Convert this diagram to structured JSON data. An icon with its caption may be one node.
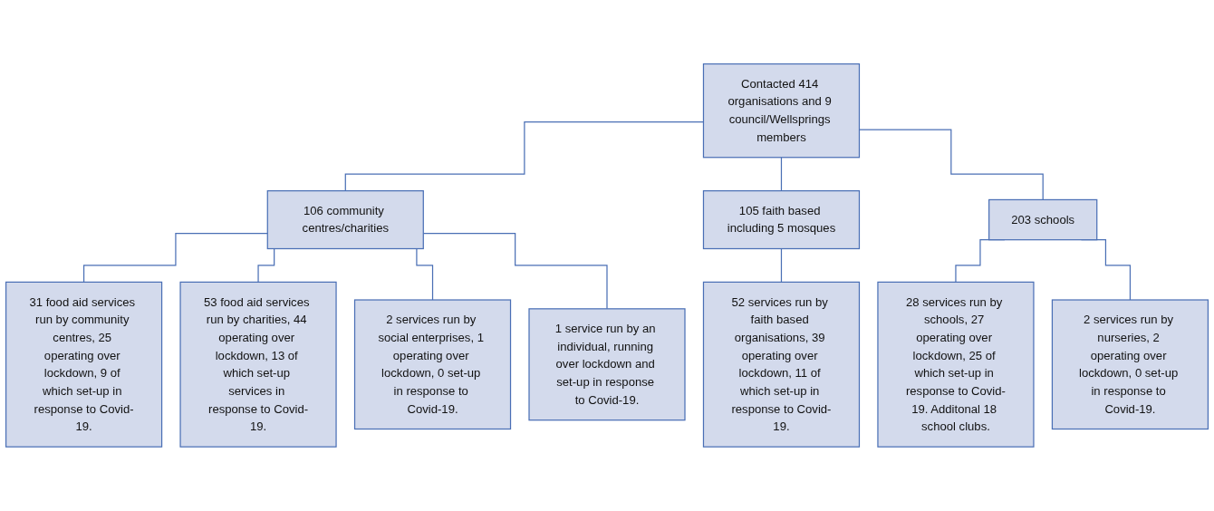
{
  "diagram": {
    "nodes": [
      {
        "text": [
          "Contacted 414 organisations and 9 council/Wellsprings members"
        ]
      },
      {
        "text": [
          "106 community centres/charities"
        ]
      },
      {
        "text": [
          "105 faith based including 5 mosques"
        ]
      },
      {
        "text": [
          "203 schools"
        ]
      },
      {
        "text": [
          "31 food aid services run by community centres, 25 operating over lockdown, 9 of which set-up in response to Covid-19."
        ]
      },
      {
        "text": [
          "53 food aid services run by charities, 44 operating over lockdown, 13 of which set-up services in response to Covid-19."
        ]
      },
      {
        "text": [
          "2 services run by social enterprises, 1 operating over lockdown, 0 set-up in response to Covid-19."
        ]
      },
      {
        "text": [
          "1 service run by an individual, running over lockdown and set-up in response to Covid-19."
        ]
      },
      {
        "text": [
          "52 services run by faith based organisations, 39 operating over lockdown, 11 of which set-up in response to Covid-19."
        ]
      },
      {
        "text": [
          "28 services run by schools, 27 operating over lockdown, 25 of which set-up in response to Covid-19. Additonal 18 school clubs."
        ]
      },
      {
        "text": [
          "2 services run by nurseries, 2 operating over lockdown, 0 set-up in response to Covid-19."
        ]
      }
    ],
    "edges": [
      {
        "from": 0,
        "to": 1,
        "arrow": "none"
      },
      {
        "from": 0,
        "to": 2,
        "arrow": "none"
      },
      {
        "from": 0,
        "to": 3,
        "arrow": "none"
      },
      {
        "from": 1,
        "to": 4,
        "arrow": "none"
      },
      {
        "from": 1,
        "to": 5,
        "arrow": "none"
      },
      {
        "from": 1,
        "to": 6,
        "arrow": "none"
      },
      {
        "from": 1,
        "to": 7,
        "arrow": "none"
      },
      {
        "from": 2,
        "to": 8,
        "arrow": "none"
      },
      {
        "from": 3,
        "to": 9,
        "arrow": "none"
      },
      {
        "from": 3,
        "to": 10,
        "arrow": "none"
      }
    ]
  }
}
